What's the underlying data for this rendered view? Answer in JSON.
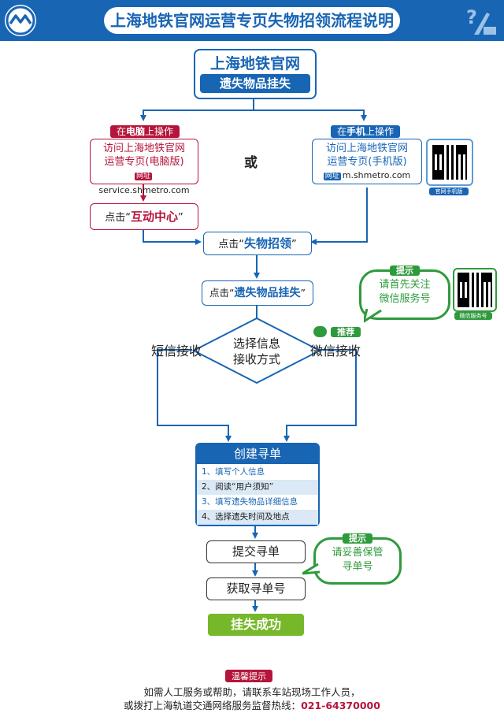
{
  "header": {
    "title": "上海地铁官网运营专页失物招领流程说明"
  },
  "top": {
    "line1": "上海地铁官网",
    "line2": "遗失物品挂失"
  },
  "left": {
    "tag_bold": "电脑",
    "tag_pre": "在",
    "tag_post": "上操作",
    "line1": "访问上海地铁官网",
    "line2": "运营专页(电脑版)",
    "url_tag": "网址",
    "url": "service.shmetro.com",
    "click_pre": "点击“",
    "click_bold": "互动中心",
    "click_post": "”"
  },
  "or": "或",
  "right": {
    "tag_bold": "手机",
    "tag_pre": "在",
    "tag_post": "上操作",
    "line1": "访问上海地铁官网",
    "line2": "运营专页(手机版)",
    "url_tag": "网址",
    "url": "m.shmetro.com",
    "qr_caption": "官网手机版"
  },
  "step_lost_found": {
    "pre": "点击“",
    "bold": "失物招领",
    "post": "”"
  },
  "step_report": {
    "pre": "点击“",
    "bold": "遗失物品挂失",
    "post": "”"
  },
  "tip1": {
    "tag": "提示",
    "line1": "请首先关注",
    "line2": "微信服务号",
    "qr_caption": "微信服务号"
  },
  "decision": {
    "line1": "选择信息",
    "line2": "接收方式",
    "left": "短信接收",
    "right": "微信接收",
    "recommend": "推荐"
  },
  "create": {
    "title": "创建寻单",
    "items": [
      "1、填写个人信息",
      "2、阅读“用户须知”",
      "3、填写遗失物品详细信息",
      "4、选择遗失时间及地点"
    ]
  },
  "submit": "提交寻单",
  "tip2": {
    "tag": "提示",
    "line1": "请妥善保管",
    "line2": "寻单号"
  },
  "get_number": "获取寻单号",
  "success": "挂失成功",
  "footer": {
    "tag": "温馨提示",
    "line1": "如需人工服务或帮助，请联系车站现场工作人员，",
    "line2_pre": "或拨打上海轨道交通网络服务监督热线：",
    "hotline": "021-64370000"
  },
  "colors": {
    "blue": "#1865b4",
    "red": "#b5153a",
    "green": "#2f9a3c",
    "success": "#76b82a"
  }
}
